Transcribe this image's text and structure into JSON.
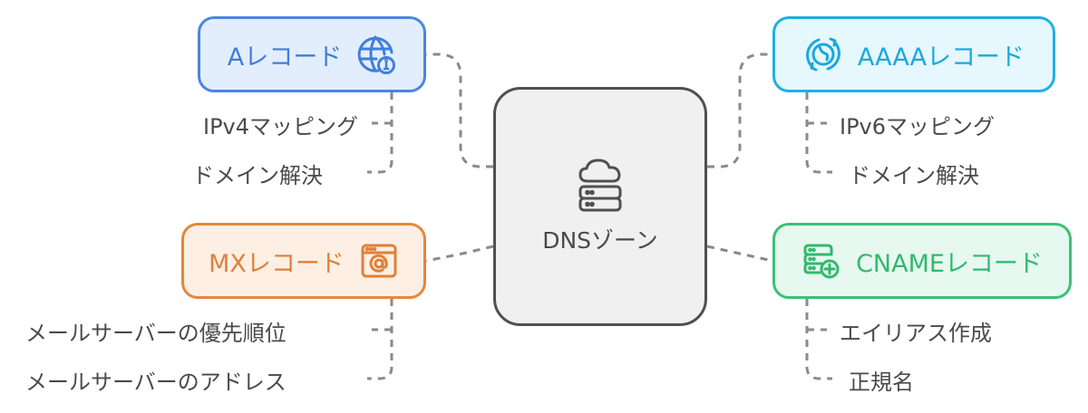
{
  "center": {
    "label": "DNSゾーン",
    "icon": "cloud-server-icon",
    "color": "#505050"
  },
  "nodes": {
    "a": {
      "label": "Aレコード",
      "icon": "globe-info-icon",
      "color": "#4a86e0",
      "children": [
        "IPv4マッピング",
        "ドメイン解決"
      ]
    },
    "aaaa": {
      "label": "AAAAレコード",
      "icon": "globe-refresh-icon",
      "color": "#1eb0e4",
      "children": [
        "IPv6マッピング",
        "ドメイン解決"
      ]
    },
    "mx": {
      "label": "MXレコード",
      "icon": "browser-at-icon",
      "color": "#e3883a",
      "children": [
        "メールサーバーの優先順位",
        "メールサーバーのアドレス"
      ]
    },
    "cname": {
      "label": "CNAMEレコード",
      "icon": "server-add-icon",
      "color": "#3dbf77",
      "children": [
        "エイリアス作成",
        "正規名"
      ]
    }
  }
}
